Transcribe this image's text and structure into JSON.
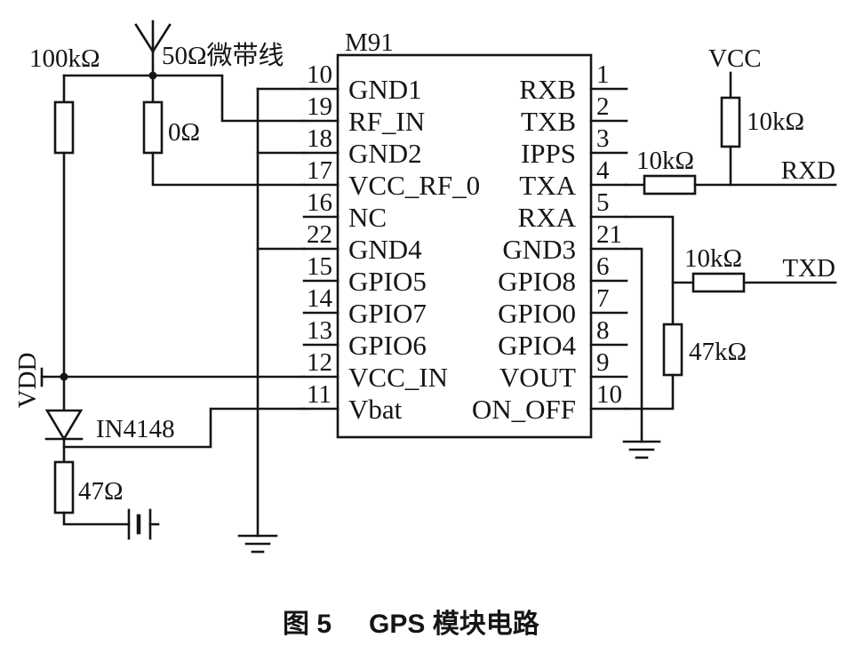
{
  "chip": {
    "name": "M91",
    "left_pins": [
      {
        "number": "10",
        "label": "GND1"
      },
      {
        "number": "19",
        "label": "RF_IN"
      },
      {
        "number": "18",
        "label": "GND2"
      },
      {
        "number": "17",
        "label": "VCC_RF_0"
      },
      {
        "number": "16",
        "label": "NC"
      },
      {
        "number": "22",
        "label": "GND4"
      },
      {
        "number": "15",
        "label": "GPIO5"
      },
      {
        "number": "14",
        "label": "GPIO7"
      },
      {
        "number": "13",
        "label": "GPIO6"
      },
      {
        "number": "12",
        "label": "VCC_IN"
      },
      {
        "number": "11",
        "label": "Vbat"
      }
    ],
    "right_pins": [
      {
        "number": "1",
        "label": "RXB"
      },
      {
        "number": "2",
        "label": "TXB"
      },
      {
        "number": "3",
        "label": "IPPS"
      },
      {
        "number": "4",
        "label": "TXA"
      },
      {
        "number": "5",
        "label": "RXA"
      },
      {
        "number": "21",
        "label": "GND3"
      },
      {
        "number": "6",
        "label": "GPIO8"
      },
      {
        "number": "7",
        "label": "GPIO0"
      },
      {
        "number": "8",
        "label": "GPIO4"
      },
      {
        "number": "9",
        "label": "VOUT"
      },
      {
        "number": "10",
        "label": "ON_OFF"
      }
    ]
  },
  "left_circuit": {
    "pullup_resistor": "100kΩ",
    "antenna": "50Ω微带线",
    "rf_resistor": "0Ω",
    "supply": "VDD",
    "diode": "IN4148",
    "battery_resistor": "47Ω"
  },
  "right_circuit": {
    "supply": "VCC",
    "pullup_resistor": "10kΩ",
    "txa_resistor": "10kΩ",
    "rxd_net": "RXD",
    "rxa_resistor": "10kΩ",
    "txd_net": "TXD",
    "divider_resistor": "47kΩ"
  },
  "caption": {
    "figure_number": "图 5",
    "title": "GPS 模块电路"
  }
}
